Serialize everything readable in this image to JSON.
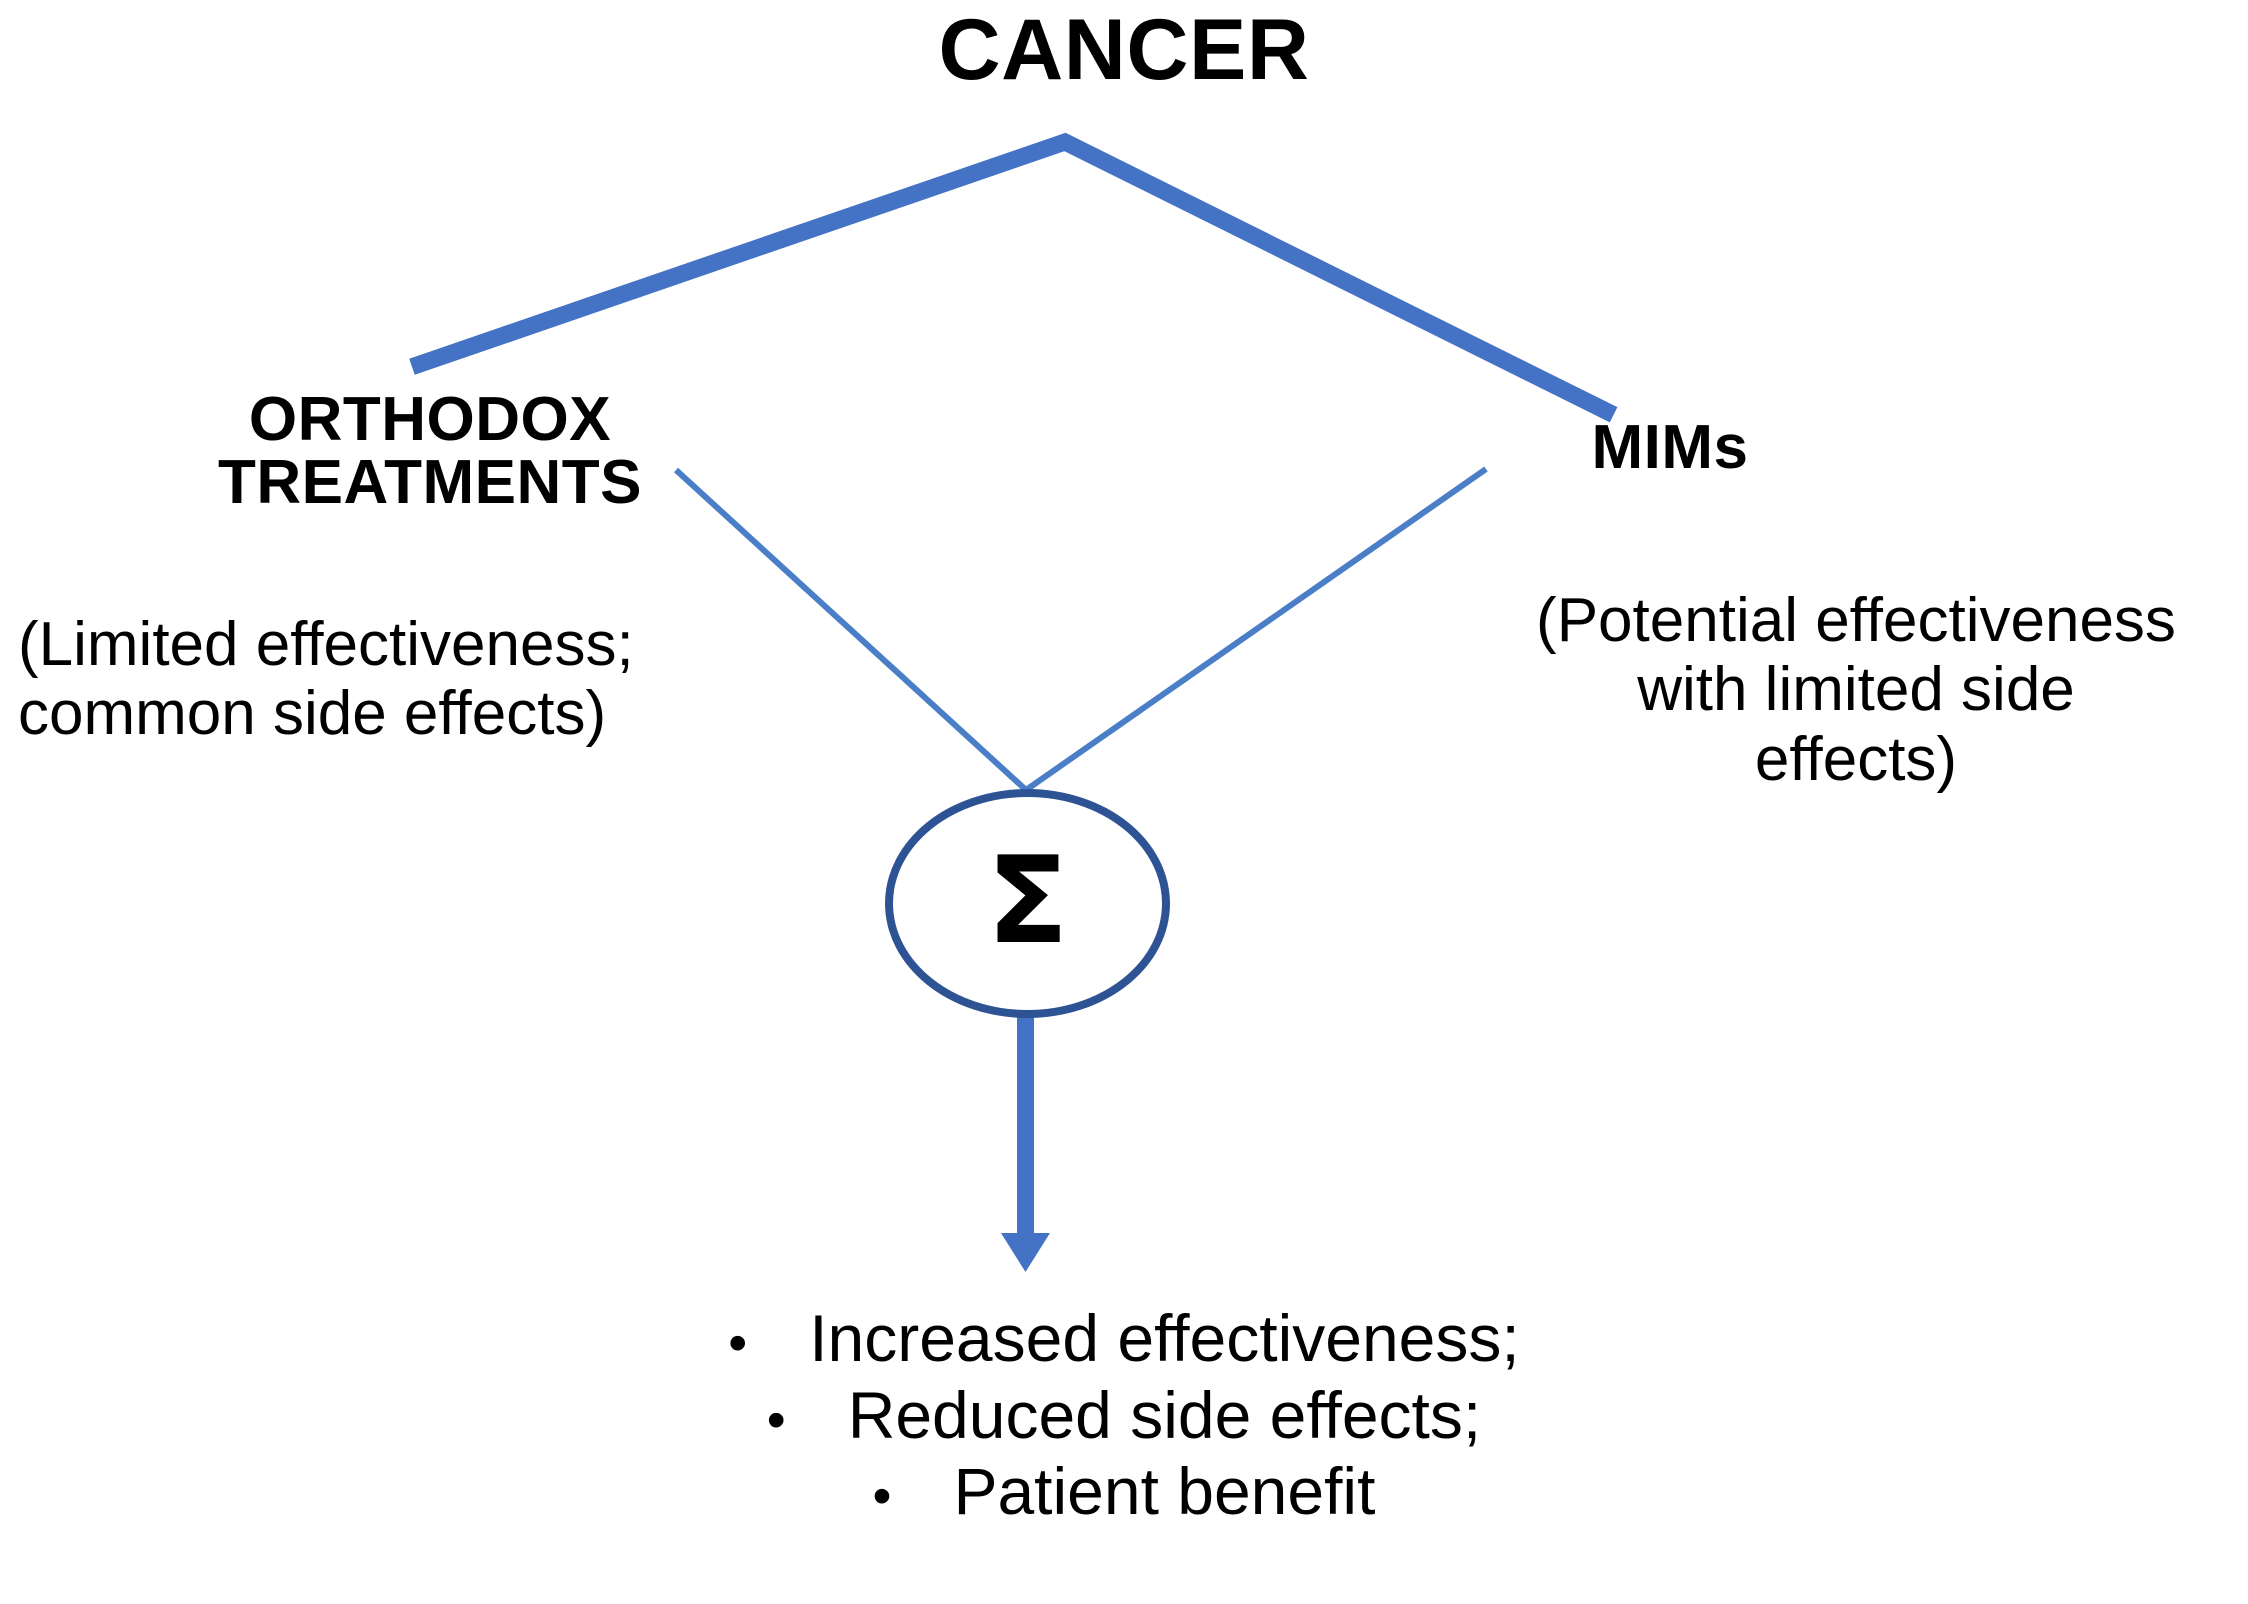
{
  "diagram": {
    "title": "CANCER",
    "left_branch": {
      "heading": "ORTHODOX\nTREATMENTS",
      "note": "(Limited effectiveness;\ncommon side effects)"
    },
    "right_branch": {
      "heading": "MIMs",
      "note": "(Potential effectiveness\nwith limited side\neffects)"
    },
    "combine_node": {
      "symbol": "Σ",
      "shape": "ellipse"
    },
    "outcomes": {
      "bullet_glyph": "•",
      "items": [
        "Increased effectiveness;",
        "Reduced side effects;",
        "Patient benefit"
      ]
    },
    "colors": {
      "thick_connector": "#4472C4",
      "thin_connector": "#4A7FC8",
      "node_border": "#2E5395",
      "arrow": "#4472C4",
      "text": "#000000",
      "background": "#FFFFFF"
    }
  }
}
